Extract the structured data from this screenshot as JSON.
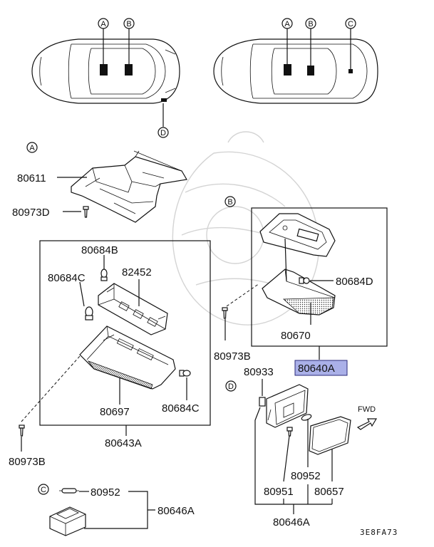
{
  "diagram_code": "3E8FA73",
  "highlight_color": "#aab0e8",
  "callouts": {
    "a": "A",
    "b": "B",
    "c": "C",
    "d": "D"
  },
  "fwd_label": "FWD",
  "parts": {
    "p80611": "80611",
    "p80973D": "80973D",
    "p80684B": "80684B",
    "p80684C_top": "80684C",
    "p82452": "82452",
    "p80697": "80697",
    "p80684C_bot": "80684C",
    "p80643A": "80643A",
    "p80973B_left": "80973B",
    "p80684D": "80684D",
    "p80670": "80670",
    "p80973B_mid": "80973B",
    "p80640A": "80640A",
    "p80933": "80933",
    "p80952_d": "80952",
    "p80951": "80951",
    "p80657": "80657",
    "p80646A_d": "80646A",
    "p80952_c": "80952",
    "p80646A_c": "80646A"
  }
}
